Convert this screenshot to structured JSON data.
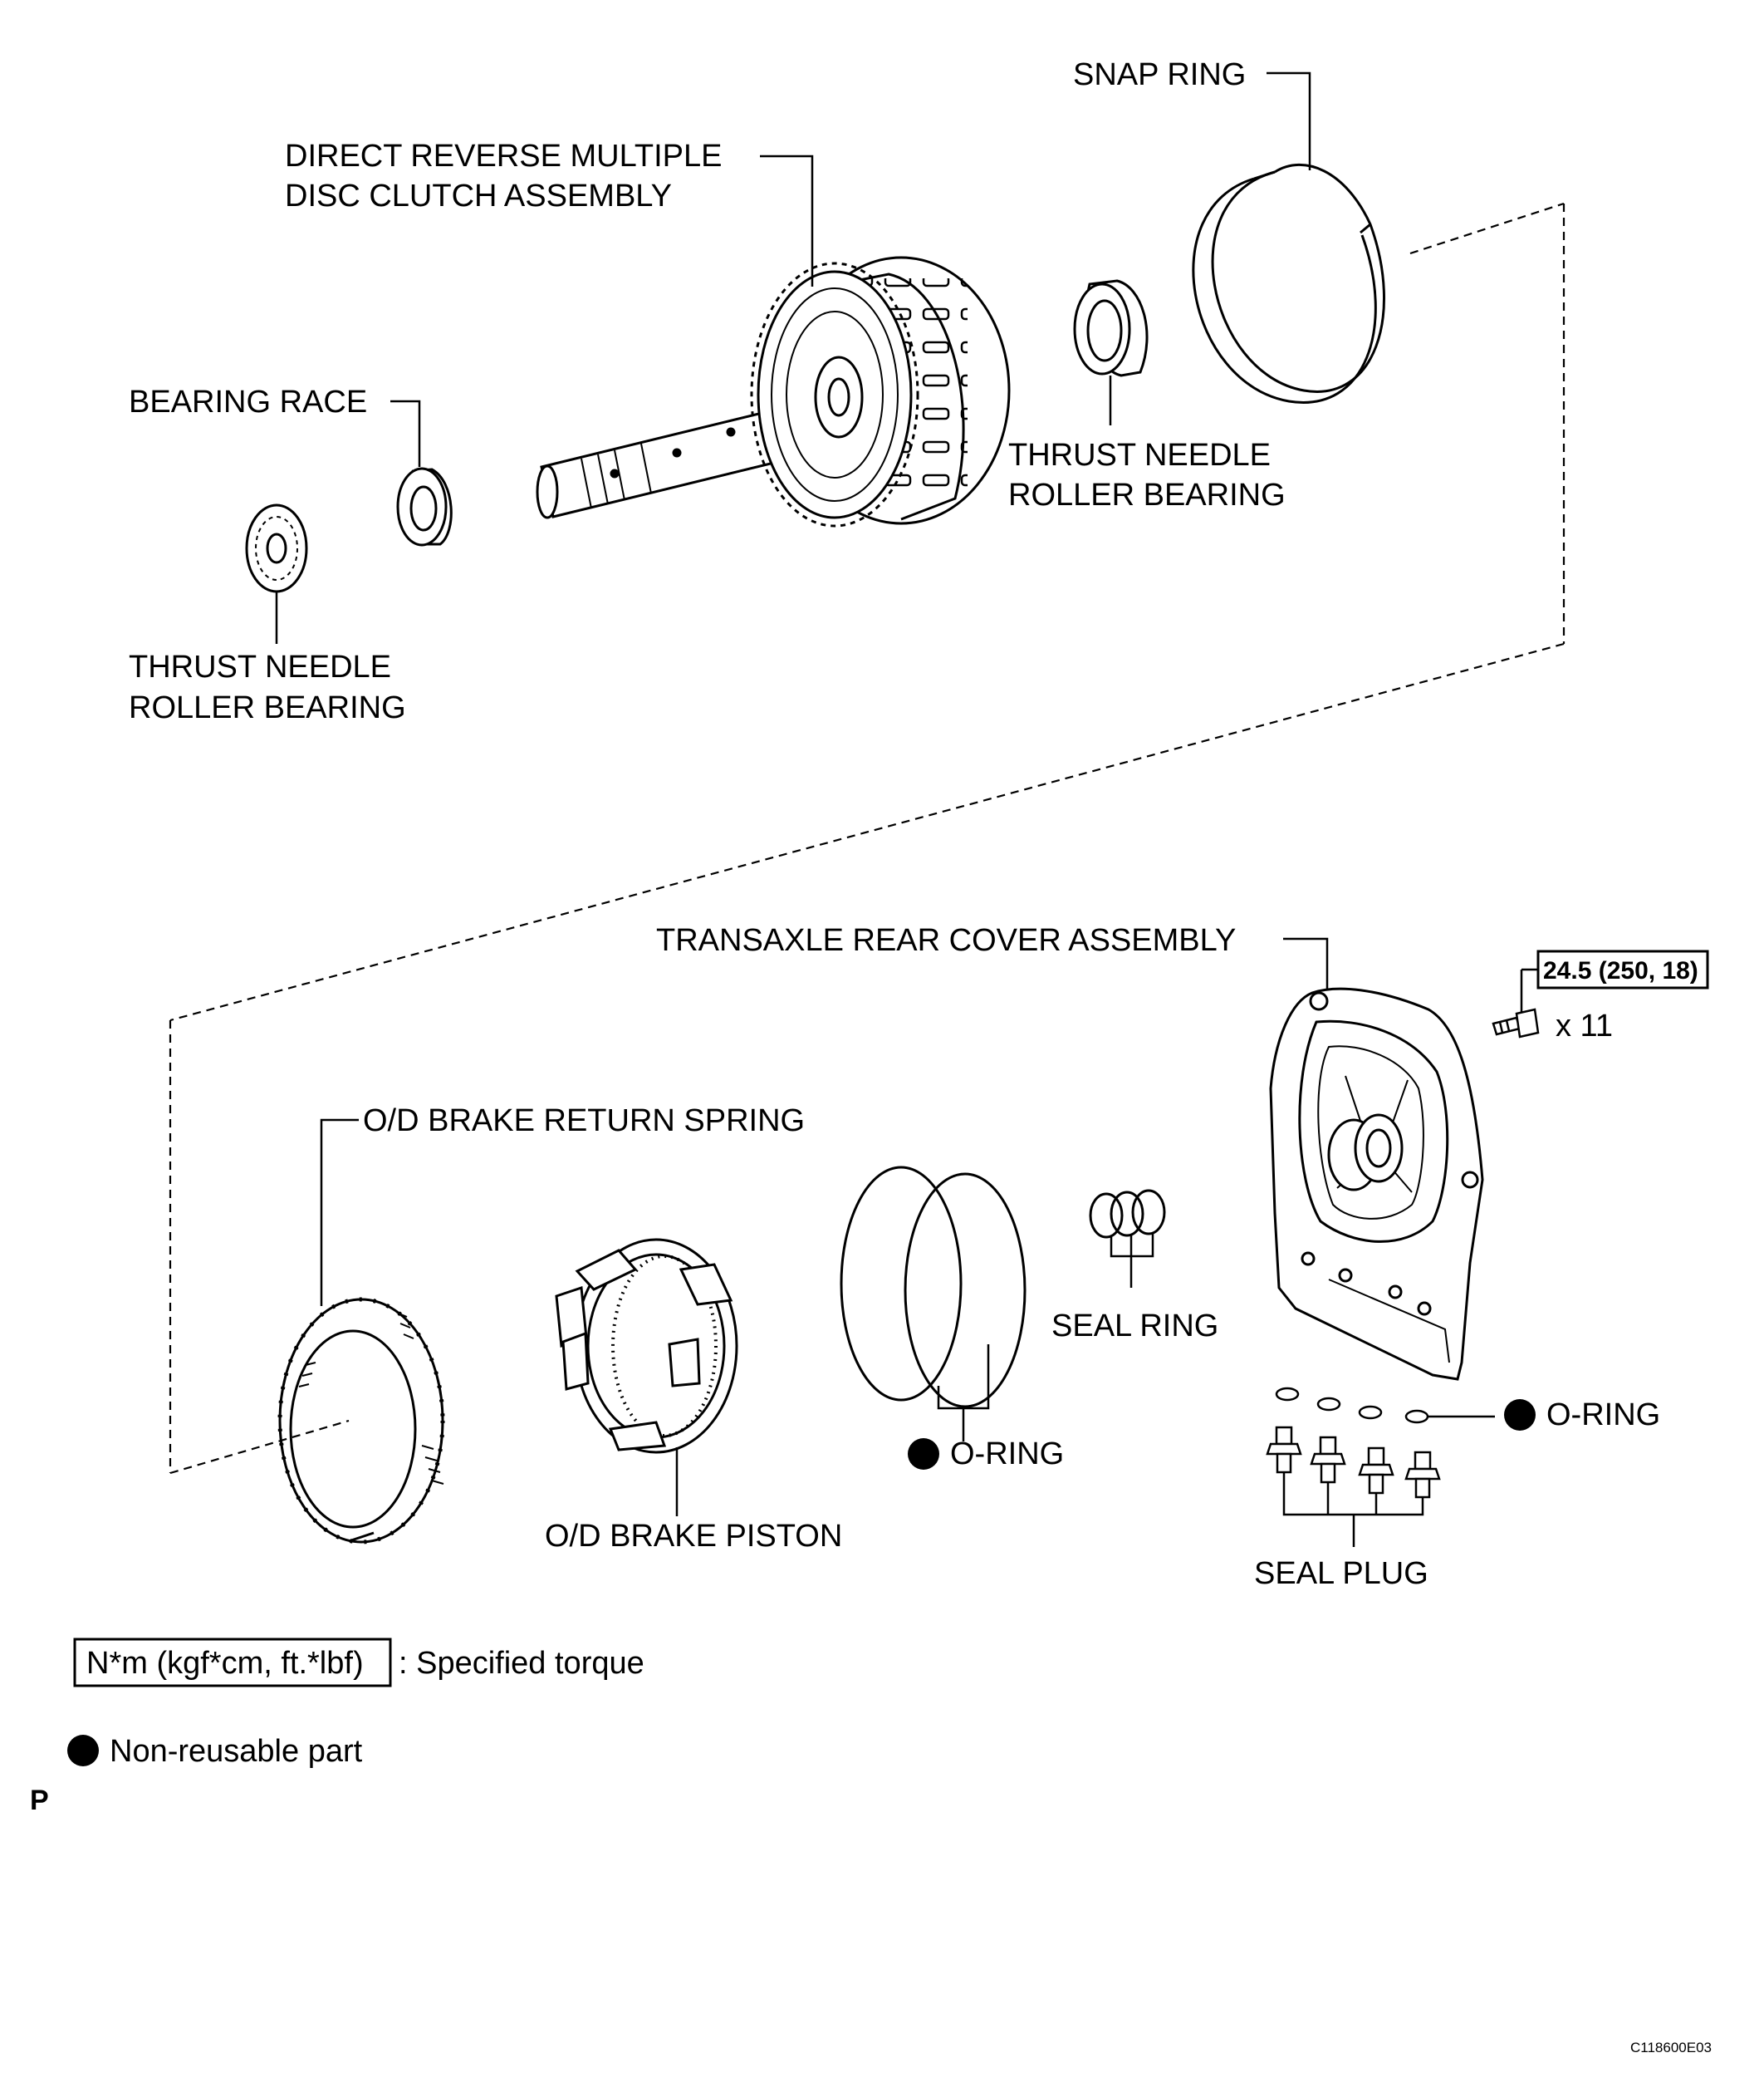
{
  "labels": {
    "snap_ring": "SNAP RING",
    "clutch_line1": "DIRECT REVERSE MULTIPLE",
    "clutch_line2": "DISC CLUTCH ASSEMBLY",
    "bearing_race": "BEARING RACE",
    "tnrb_right_1": "THRUST NEEDLE",
    "tnrb_right_2": "ROLLER BEARING",
    "tnrb_left_1": "THRUST NEEDLE",
    "tnrb_left_2": "ROLLER BEARING",
    "rear_cover": "TRANSAXLE REAR COVER ASSEMBLY",
    "torque_value": "24.5 (250, 18)",
    "bolt_qty": "x 11",
    "return_spring": "O/D BRAKE RETURN SPRING",
    "seal_ring": "SEAL RING",
    "o_ring_mid": "O-RING",
    "o_ring_right": "O-RING",
    "brake_piston": "O/D BRAKE PISTON",
    "seal_plug": "SEAL PLUG"
  },
  "legend": {
    "torque_box": "N*m (kgf*cm, ft.*lbf)",
    "torque_desc": ": Specified torque",
    "non_reusable": "Non-reusable part"
  },
  "footer": {
    "p_mark": "P",
    "code": "C118600E03"
  }
}
